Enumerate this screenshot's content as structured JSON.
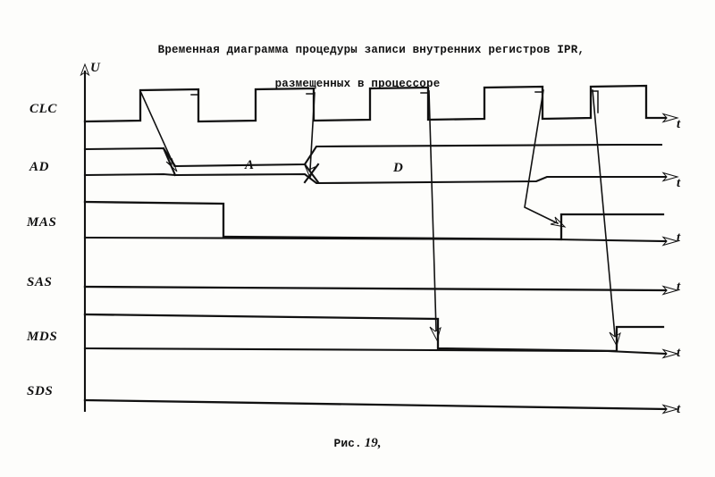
{
  "figure": {
    "title_line1": "Временная диаграмма процедуры записи внутренних регистров IPR,",
    "title_line2": "размещенных в процессоре",
    "caption_text": "Рис.",
    "caption_number": "19,",
    "ink_color": "#111111",
    "paper_color": "#fdfdfb"
  },
  "axes": {
    "vertical_label": "U",
    "time_label": "t",
    "time_label_count": 6
  },
  "signals": [
    {
      "name": "CLC",
      "label": "CLC",
      "kind": "clock",
      "idle_level": "low"
    },
    {
      "name": "AD",
      "label": "AD",
      "kind": "bus",
      "idle_level": "high"
    },
    {
      "name": "MAS",
      "label": "MAS",
      "kind": "strobe",
      "idle_level": "high"
    },
    {
      "name": "SAS",
      "label": "SAS",
      "kind": "inactive",
      "idle_level": "low"
    },
    {
      "name": "MDS",
      "label": "MDS",
      "kind": "strobe",
      "idle_level": "high"
    },
    {
      "name": "SDS",
      "label": "SDS",
      "kind": "inactive",
      "idle_level": "low"
    }
  ],
  "bus_fields": [
    {
      "label": "A",
      "meaning": "address-phase"
    },
    {
      "label": "D",
      "meaning": "data-phase"
    }
  ],
  "chart_data": {
    "type": "line",
    "title": "Временная диаграмма процедуры записи внутренних регистров IPR, размещенных в процессоре",
    "xlabel": "t",
    "ylabel": "U",
    "grid": false,
    "legend": "none",
    "series": [
      {
        "name": "CLC",
        "description": "Clock, five pulses",
        "pulses": [
          {
            "rise": 157,
            "fall": 222
          },
          {
            "rise": 286,
            "fall": 351
          },
          {
            "rise": 414,
            "fall": 479
          },
          {
            "rise": 542,
            "fall": 607
          },
          {
            "rise": 661,
            "fall": 723
          }
        ]
      },
      {
        "name": "AD",
        "description": "Multiplexed address/data bus; valid A then valid D",
        "transitions": [
          192,
          348,
          612
        ]
      },
      {
        "name": "MAS",
        "description": "Memory address strobe: high, falls at 250, rises at 628",
        "edges": [
          {
            "t": 250,
            "to": "low"
          },
          {
            "t": 628,
            "to": "high"
          }
        ]
      },
      {
        "name": "SAS",
        "description": "Inactive, held low",
        "edges": []
      },
      {
        "name": "MDS",
        "description": "Memory data strobe: high, falls at 490, rises at 690",
        "edges": [
          {
            "t": 490,
            "to": "low"
          },
          {
            "t": 690,
            "to": "high"
          }
        ]
      },
      {
        "name": "SDS",
        "description": "Inactive, held low",
        "edges": []
      }
    ],
    "annotations": [
      {
        "from": "CLC rise 1",
        "to": "AD address valid"
      },
      {
        "from": "CLC fall 2",
        "to": "AD A-to-D crossing"
      },
      {
        "from": "CLC fall 3",
        "to": "MDS falling edge"
      },
      {
        "from": "CLC fall 4",
        "to": "MAS rising edge"
      },
      {
        "from": "CLC rise 5",
        "to": "MDS rising edge"
      }
    ]
  }
}
